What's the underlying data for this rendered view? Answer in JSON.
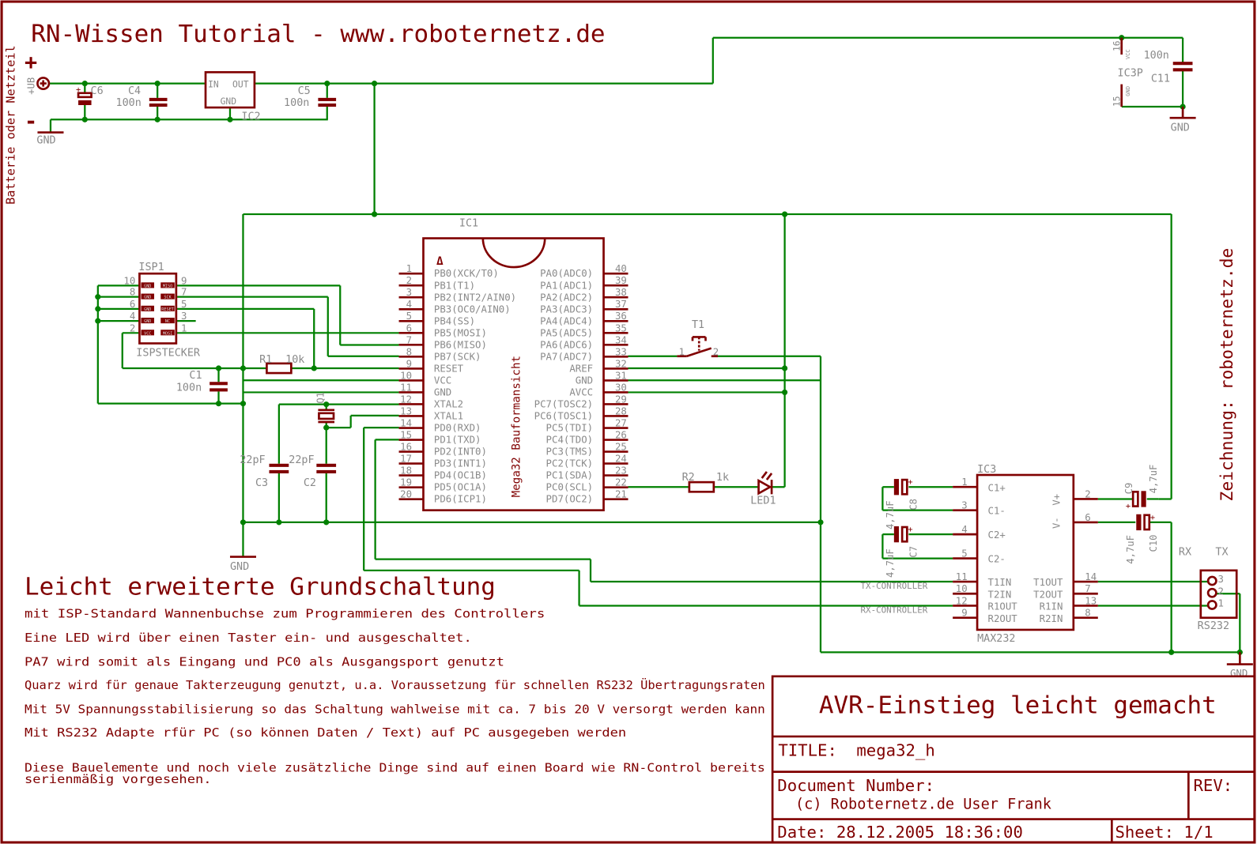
{
  "colors": {
    "frame": "#800000",
    "wire": "#008000",
    "label": "#8a8a8a"
  },
  "header": {
    "title": "RN-Wissen Tutorial  - www.roboternetz.de",
    "side_label": "Batterie oder Netzteil",
    "credit": "Zeichnung: roboternetz.de"
  },
  "power": {
    "plus": "+",
    "minus": "-",
    "ub": "+UB",
    "gnd": "GND",
    "c6": "C6",
    "c4": "C4",
    "c4_val": "100n",
    "c5": "C5",
    "c5_val": "100n",
    "ic2": "IC2",
    "ic2_in": "IN",
    "ic2_out": "OUT",
    "ic2_gnd": "GND"
  },
  "ic3p": {
    "name": "IC3P",
    "pin_vcc_num": "16",
    "pin_vcc": "VCC",
    "pin_gnd_num": "15",
    "pin_gnd": "GND",
    "c11": "C11",
    "c11_val": "100n",
    "gnd": "GND"
  },
  "isp": {
    "name": "ISP1",
    "label": "ISPSTECKER",
    "left_pins": [
      {
        "num": "10",
        "sig": "GND"
      },
      {
        "num": "8",
        "sig": "GND"
      },
      {
        "num": "6",
        "sig": "GND"
      },
      {
        "num": "4",
        "sig": "GND"
      },
      {
        "num": "2",
        "sig": "VCC"
      }
    ],
    "right_pins": [
      {
        "num": "9",
        "sig": "MISO"
      },
      {
        "num": "7",
        "sig": "SCK"
      },
      {
        "num": "5",
        "sig": "RESET"
      },
      {
        "num": "3",
        "sig": "NC"
      },
      {
        "num": "1",
        "sig": "MOSI"
      }
    ]
  },
  "ic1": {
    "name": "IC1",
    "marker": "Δ",
    "body_label": "Mega32 Bauformansicht",
    "left_pins": [
      {
        "num": "1",
        "name": "PB0(XCK/T0)"
      },
      {
        "num": "2",
        "name": "PB1(T1)"
      },
      {
        "num": "3",
        "name": "PB2(INT2/AIN0)"
      },
      {
        "num": "4",
        "name": "PB3(OC0/AIN0)"
      },
      {
        "num": "5",
        "name": "PB4(SS)"
      },
      {
        "num": "6",
        "name": "PB5(MOSI)"
      },
      {
        "num": "7",
        "name": "PB6(MISO)"
      },
      {
        "num": "8",
        "name": "PB7(SCK)"
      },
      {
        "num": "9",
        "name": "RESET"
      },
      {
        "num": "10",
        "name": "VCC"
      },
      {
        "num": "11",
        "name": "GND"
      },
      {
        "num": "12",
        "name": "XTAL2"
      },
      {
        "num": "13",
        "name": "XTAL1"
      },
      {
        "num": "14",
        "name": "PD0(RXD)"
      },
      {
        "num": "15",
        "name": "PD1(TXD)"
      },
      {
        "num": "16",
        "name": "PD2(INT0)"
      },
      {
        "num": "17",
        "name": "PD3(INT1)"
      },
      {
        "num": "18",
        "name": "PD4(OC1B)"
      },
      {
        "num": "19",
        "name": "PD5(OC1A)"
      },
      {
        "num": "20",
        "name": "PD6(ICP1)"
      }
    ],
    "right_pins": [
      {
        "num": "40",
        "name": "PA0(ADC0)"
      },
      {
        "num": "39",
        "name": "PA1(ADC1)"
      },
      {
        "num": "38",
        "name": "PA2(ADC2)"
      },
      {
        "num": "37",
        "name": "PA3(ADC3)"
      },
      {
        "num": "36",
        "name": "PA4(ADC4)"
      },
      {
        "num": "35",
        "name": "PA5(ADC5)"
      },
      {
        "num": "34",
        "name": "PA6(ADC6)"
      },
      {
        "num": "33",
        "name": "PA7(ADC7)"
      },
      {
        "num": "32",
        "name": "AREF"
      },
      {
        "num": "31",
        "name": "GND"
      },
      {
        "num": "30",
        "name": "AVCC"
      },
      {
        "num": "29",
        "name": "PC7(TOSC2)"
      },
      {
        "num": "28",
        "name": "PC6(TOSC1)"
      },
      {
        "num": "27",
        "name": "PC5(TDI)"
      },
      {
        "num": "26",
        "name": "PC4(TDO)"
      },
      {
        "num": "25",
        "name": "PC3(TMS)"
      },
      {
        "num": "24",
        "name": "PC2(TCK)"
      },
      {
        "num": "23",
        "name": "PC1(SDA)"
      },
      {
        "num": "22",
        "name": "PC0(SCL)"
      },
      {
        "num": "21",
        "name": "PD7(OC2)"
      }
    ]
  },
  "parts": {
    "r1": "R1",
    "r1_val": "10k",
    "c1": "C1",
    "c1_val": "100n",
    "q1": "Q1",
    "c2": "C2",
    "c2_val": "22pF",
    "c3": "C3",
    "c3_val": "22pF",
    "gnd": "GND",
    "t1": "T1",
    "t1_p1": "1",
    "t1_p2": "2",
    "r2": "R2",
    "r2_val": "1k",
    "led1": "LED1"
  },
  "ic3": {
    "name": "IC3",
    "type": "MAX232",
    "left_pins": [
      {
        "num": "1",
        "name": "C1+"
      },
      {
        "num": "3",
        "name": "C1-"
      },
      {
        "num": "4",
        "name": "C2+"
      },
      {
        "num": "5",
        "name": "C2-"
      },
      {
        "num": "11",
        "name": "T1IN"
      },
      {
        "num": "10",
        "name": "T2IN"
      },
      {
        "num": "12",
        "name": "R1OUT"
      },
      {
        "num": "9",
        "name": "R2OUT"
      }
    ],
    "right_pins": [
      {
        "num": "2",
        "name": "V+"
      },
      {
        "num": "6",
        "name": "V-"
      },
      {
        "num": "14",
        "name": "T1OUT"
      },
      {
        "num": "7",
        "name": "T2OUT"
      },
      {
        "num": "13",
        "name": "R1IN"
      },
      {
        "num": "8",
        "name": "R2IN"
      }
    ],
    "c7": "C7",
    "c8": "C8",
    "c9": "C9",
    "c10": "C10",
    "cap_val": "4,7uF",
    "tx_label": "TX-CONTROLLER",
    "rx_label": "RX-CONTROLLER"
  },
  "rs232": {
    "name": "RS232",
    "rx": "RX",
    "tx": "TX",
    "pins": [
      "3",
      "2",
      "1"
    ],
    "gnd": "GND"
  },
  "notes": {
    "heading": "Leicht erweiterte Grundschaltung",
    "lines": [
      "mit ISP-Standard  Wannenbuchse zum Programmieren des Controllers",
      "Eine LED wird über einen Taster ein- und ausgeschaltet.",
      "PA7 wird somit als Eingang und PC0 als Ausgangsport genutzt",
      "Quarz wird für genaue Takterzeugung genutzt, u.a. Voraussetzung für schnellen  RS232 Übertragungsraten",
      "Mit 5V Spannungsstabilisierung so das Schaltung wahlweise mit ca. 7 bis 20 V versorgt werden kann",
      "Mit RS232 Adapte rfür PC (so können Daten / Text) auf PC ausgegeben werden",
      "Diese Bauelemente und noch viele zusätzliche Dinge sind auf einen Board wie RN-Control bereits",
      "serienmäßig vorgesehen."
    ]
  },
  "title_block": {
    "project": "AVR-Einstieg leicht gemacht",
    "title_label": "TITLE:",
    "title_value": "mega32_h",
    "doc_label": "Document Number:",
    "doc_value": "(c) Roboternetz.de User Frank",
    "rev_label": "REV:",
    "date": "Date: 28.12.2005 18:36:00",
    "sheet": "Sheet: 1/1"
  }
}
